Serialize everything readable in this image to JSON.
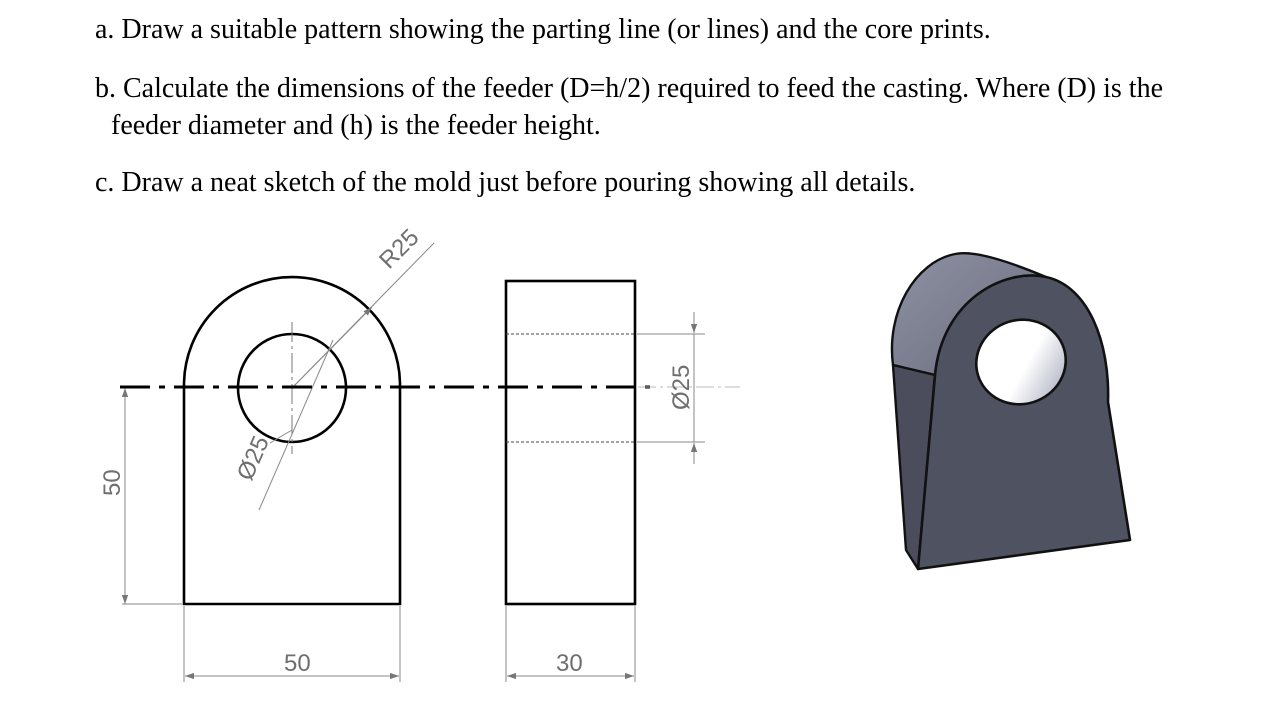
{
  "questions": {
    "a": "a. Draw a suitable pattern showing the parting line (or lines) and the core prints.",
    "b_line1": "b. Calculate the dimensions of the feeder (D=h/2) required to feed the casting. Where (D) is the",
    "b_line2": "feeder diameter and (h) is the feeder height.",
    "c": "c. Draw a neat sketch of the mold just before pouring showing all details."
  },
  "dimensions": {
    "radius": "R25",
    "hole_diameter_front": "Ø25",
    "hole_diameter_side": "Ø25",
    "height": "50",
    "width": "50",
    "thickness": "30"
  }
}
